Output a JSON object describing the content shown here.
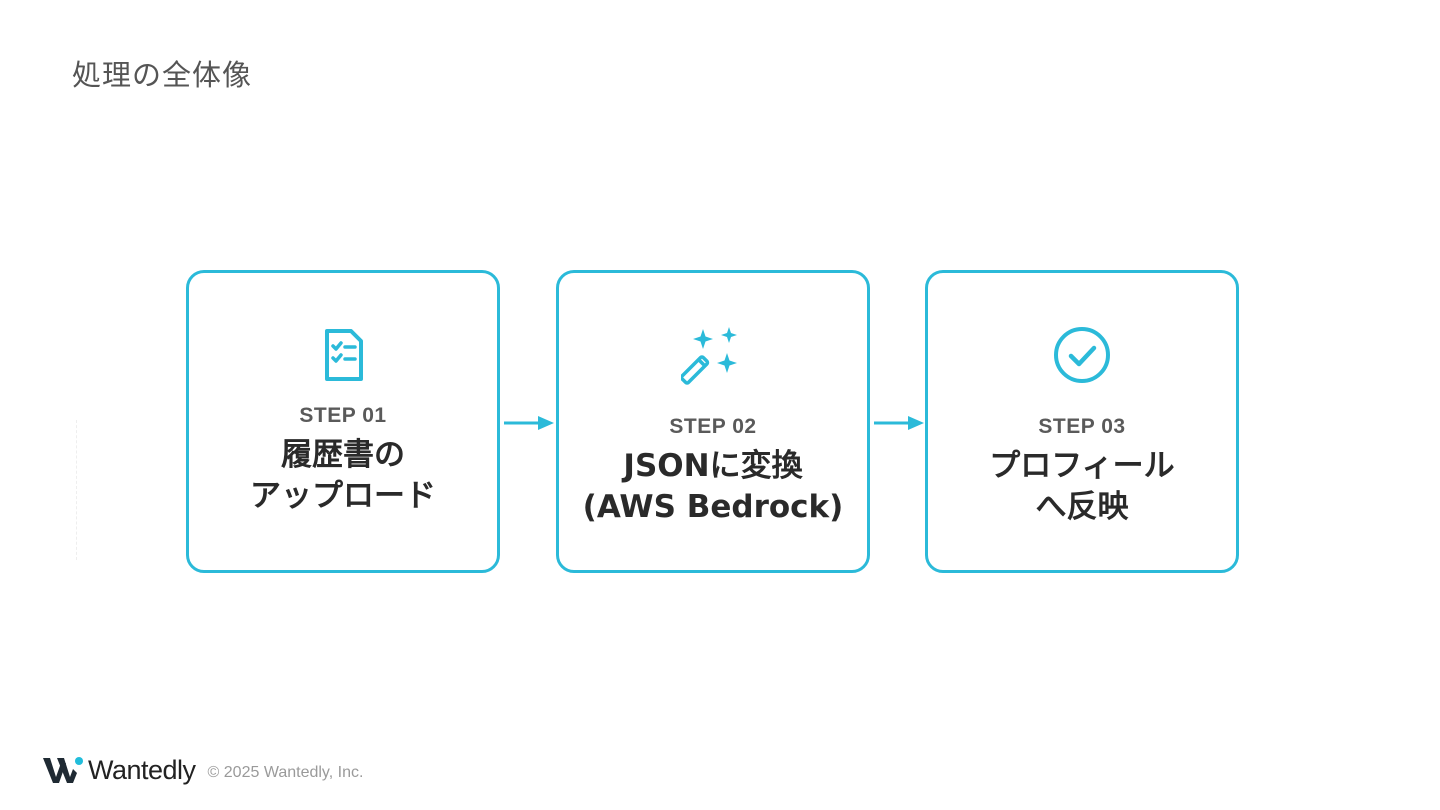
{
  "page": {
    "title": "処理の全体像"
  },
  "steps": [
    {
      "label": "STEP 01",
      "lines": [
        "履歴書の",
        "アップロード"
      ],
      "icon": "checklist-document-icon"
    },
    {
      "label": "STEP 02",
      "lines": [
        "JSONに変換",
        "(AWS Bedrock)"
      ],
      "icon": "magic-wand-icon"
    },
    {
      "label": "STEP 03",
      "lines": [
        "プロフィール",
        "へ反映"
      ],
      "icon": "check-circle-icon"
    }
  ],
  "footer": {
    "brand": "Wantedly",
    "copyright": "© 2025 Wantedly, Inc."
  },
  "colors": {
    "accent": "#2bbad9",
    "title": "#555555",
    "text": "#2a2a2a"
  }
}
